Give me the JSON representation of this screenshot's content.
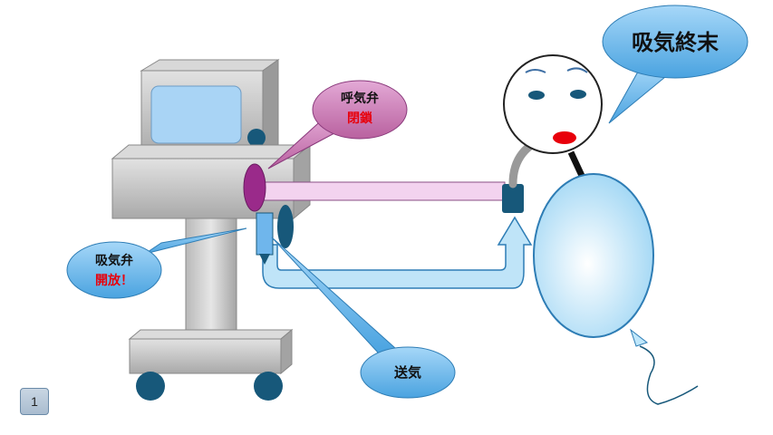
{
  "labels": {
    "exhale_valve": "呼気弁",
    "exhale_state": "閉鎖",
    "inhale_valve": "吸気弁",
    "inhale_state": "開放！",
    "air_supply": "送気",
    "end_inspiration": "吸気終末"
  },
  "page": {
    "number": "1"
  },
  "colors": {
    "machine_gray": "#c9c9c9",
    "screen_blue": "#a9d4f5",
    "exhale_bubble": "#c97fb6",
    "inhale_bubble": "#6fb6ec",
    "tube_pink": "#f3d3ef",
    "flow_blue": "#bfe4f8",
    "valve_purple": "#9a2a8a",
    "dark_teal": "#17587a",
    "lung_blue": "#bfe7fb",
    "state_red": "#e8000b"
  }
}
